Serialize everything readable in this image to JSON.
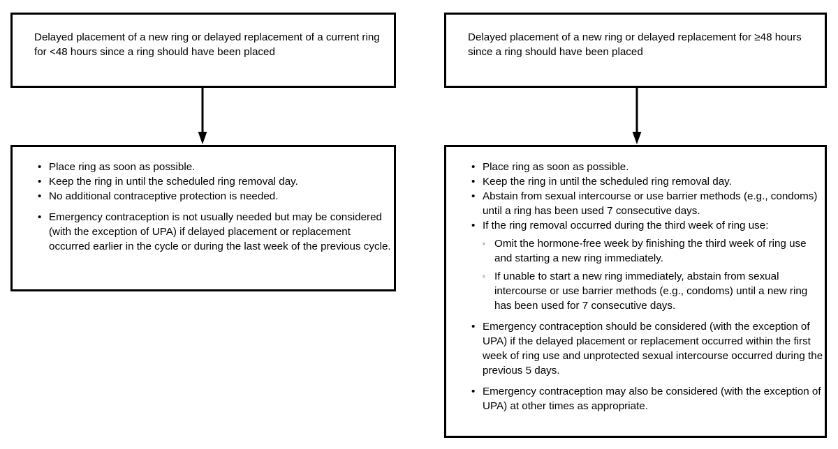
{
  "diagram": {
    "type": "flowchart",
    "orientation": "two parallel vertical branches",
    "line_color": "#000000",
    "background_color": "#ffffff"
  },
  "branches": [
    {
      "id": "less-than-48-hours",
      "condition": {
        "text": "Delayed placement of a new ring or delayed replacement of a current ring for <48 hours since a ring should have been placed"
      },
      "connector": {
        "icon": "down-arrow-icon"
      },
      "actions": {
        "items": [
          {
            "marker": "•",
            "text": "Place ring as soon as possible."
          },
          {
            "marker": "•",
            "text": "Keep the ring in until the scheduled ring removal day."
          },
          {
            "marker": "•",
            "text": "No additional contraceptive protection is needed."
          },
          {
            "marker": "•",
            "text": "Emergency contraception is not usually needed but may be considered (with the exception of UPA) if delayed placement or replacement occurred earlier in the cycle or during the last week of the previous cycle."
          }
        ]
      }
    },
    {
      "id": "greater-or-equal-48-hours",
      "condition": {
        "text": "Delayed placement of a new ring or delayed replacement for ≥48 hours since a ring should have been placed"
      },
      "connector": {
        "icon": "down-arrow-icon"
      },
      "actions": {
        "items": [
          {
            "marker": "•",
            "text": "Place ring as soon as possible."
          },
          {
            "marker": "•",
            "text": "Keep the ring in until the scheduled ring removal day."
          },
          {
            "marker": "•",
            "text": "Abstain from sexual intercourse or use barrier methods (e.g., condoms) until a ring has been used 7 consecutive days."
          },
          {
            "marker": "•",
            "text": "If the ring removal occurred during the third week of ring use:",
            "sub_items": [
              {
                "marker": "◦",
                "text": "Omit the hormone-free week by finishing the third week of ring use and starting a new ring immediately."
              },
              {
                "marker": "◦",
                "text": "If unable to start a new ring immediately, abstain from sexual intercourse or use barrier methods (e.g., condoms) until a new ring has been used for 7 consecutive days."
              }
            ]
          },
          {
            "marker": "•",
            "text": "Emergency contraception should be considered (with the exception of UPA) if the delayed placement or replacement occurred within the first week of ring use and unprotected sexual intercourse occurred during the previous 5 days."
          },
          {
            "marker": "•",
            "text": "Emergency contraception may also be considered (with the exception of UPA) at other times as appropriate."
          }
        ]
      }
    }
  ]
}
